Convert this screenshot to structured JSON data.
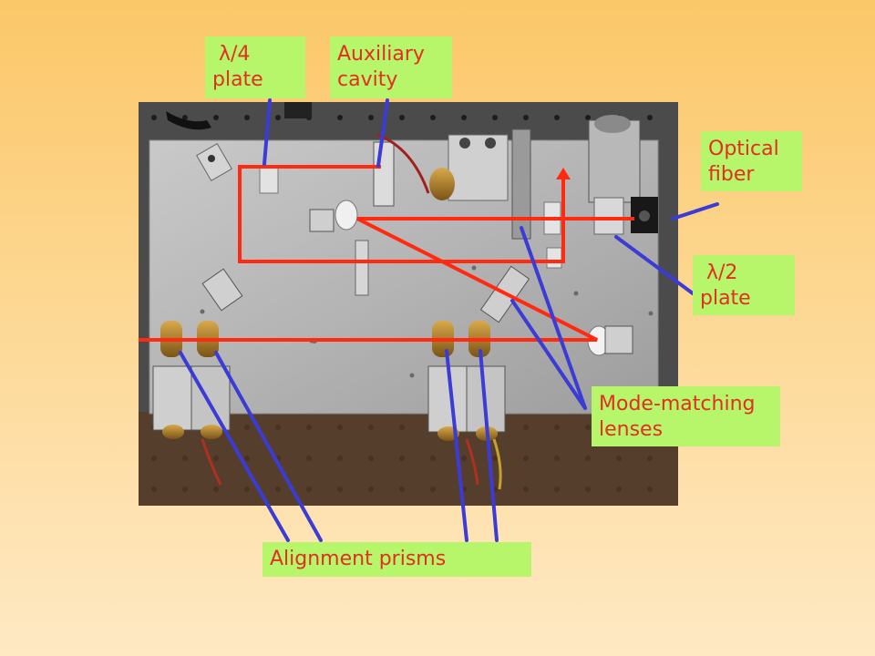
{
  "labels": {
    "quarter_wave": " λ/4\nplate",
    "aux_cavity": "Auxiliary\ncavity",
    "optical_fiber": "Optical\nfiber",
    "half_wave": " λ/2\nplate",
    "mode_matching": "Mode-matching\nlenses",
    "alignment": "Alignment prisms"
  },
  "colors": {
    "label_bg": "#b7f56a",
    "label_text": "#e0301f",
    "beam": "#ff2a10",
    "pointer": "#3b3bd6",
    "optical_table": "#4b4b4b",
    "breadboard": "#b9b9b9"
  }
}
